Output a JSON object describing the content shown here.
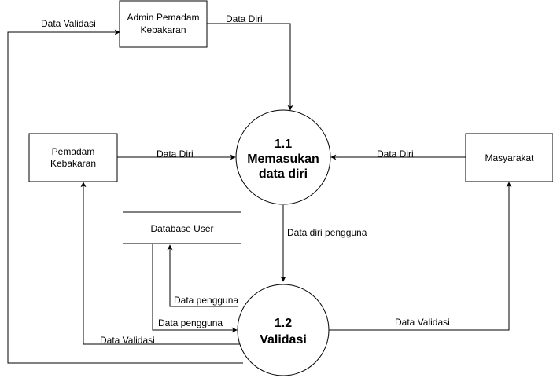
{
  "entities": {
    "admin": {
      "line1": "Admin Pemadam",
      "line2": "Kebakaran"
    },
    "pemadam": {
      "line1": "Pemadam",
      "line2": "Kebakaran"
    },
    "masyarakat": {
      "label": "Masyarakat"
    }
  },
  "datastore": {
    "label": "Database User"
  },
  "processes": {
    "p11": {
      "number": "1.1",
      "line1": "Memasukan",
      "line2": "data diri"
    },
    "p12": {
      "number": "1.2",
      "line1": "Validasi"
    }
  },
  "flows": {
    "admin_to_p11": "Data Diri",
    "pemadam_to_p11": "Data Diri",
    "masyarakat_to_p11": "Data Diri",
    "p11_to_p12": "Data diri pengguna",
    "p12_to_db": "Data pengguna",
    "db_to_p12": "Data pengguna",
    "p12_to_pemadam": "Data Validasi",
    "p12_to_admin": "Data Validasi",
    "p12_to_masyarakat": "Data Validasi"
  },
  "colors": {
    "stroke": "#000000",
    "background": "#ffffff"
  }
}
